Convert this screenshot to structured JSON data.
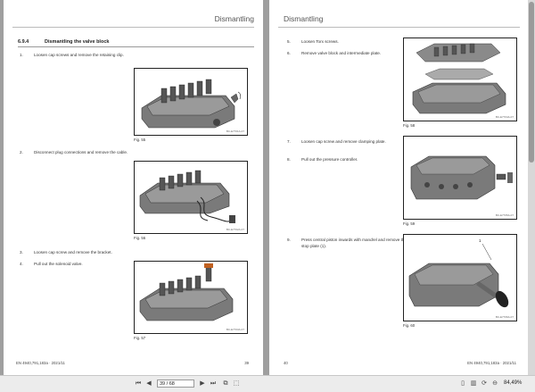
{
  "left_page": {
    "header": "Dismantling",
    "section": {
      "number": "6.9.4",
      "title": "Dismantling the valve block"
    },
    "steps": [
      {
        "n": "1.",
        "text": "Loosen cap screws and remove the retaining clip."
      },
      {
        "n": "2.",
        "text": "Disconnect plug connections and remove the cable."
      },
      {
        "n": "3.",
        "text": "Loosen cap screw and remove the bracket."
      },
      {
        "n": "4.",
        "text": "Pull out the solenoid valve."
      }
    ],
    "figures": [
      {
        "id": "BC-E7701A-07",
        "caption": "Fig. 55"
      },
      {
        "id": "BC-E7702A-07",
        "caption": "Fig. 56"
      },
      {
        "id": "BC-E7703A-07",
        "caption": "Fig. 57"
      }
    ],
    "footer_left": "EN 4940,791,183a · 2021/11",
    "footer_page": "39"
  },
  "right_page": {
    "header": "Dismantling",
    "steps": [
      {
        "n": "5.",
        "text": "Loosen Torx screws."
      },
      {
        "n": "6.",
        "text": "Remove valve block and intermediate plate."
      },
      {
        "n": "7.",
        "text": "Loosen cap screw and remove clamping plate."
      },
      {
        "n": "8.",
        "text": "Pull out the pressure controller."
      },
      {
        "n": "9.",
        "text": "Press central piston inwards with mandrel and remove the stop plate (1)."
      }
    ],
    "figures": [
      {
        "id": "BC-E7704A-07",
        "caption": "Fig. 58"
      },
      {
        "id": "BC-E7705A-07",
        "caption": "Fig. 59"
      },
      {
        "id": "BC-E7706A-07",
        "caption": "Fig. 60",
        "callout": "1"
      }
    ],
    "footer_page": "40",
    "footer_right": "EN 4940,791,183a · 2021/11"
  },
  "toolbar": {
    "page_current": "39",
    "page_separator": "/",
    "page_total": "68",
    "page_field": "39 / 68",
    "zoom": "84,49%",
    "icons": [
      "first-page-icon",
      "prev-page-icon",
      "next-page-icon",
      "last-page-icon",
      "fit-page-icon",
      "fit-width-icon",
      "single-page-icon",
      "two-page-icon",
      "rotate-icon",
      "zoom-out-icon"
    ]
  }
}
